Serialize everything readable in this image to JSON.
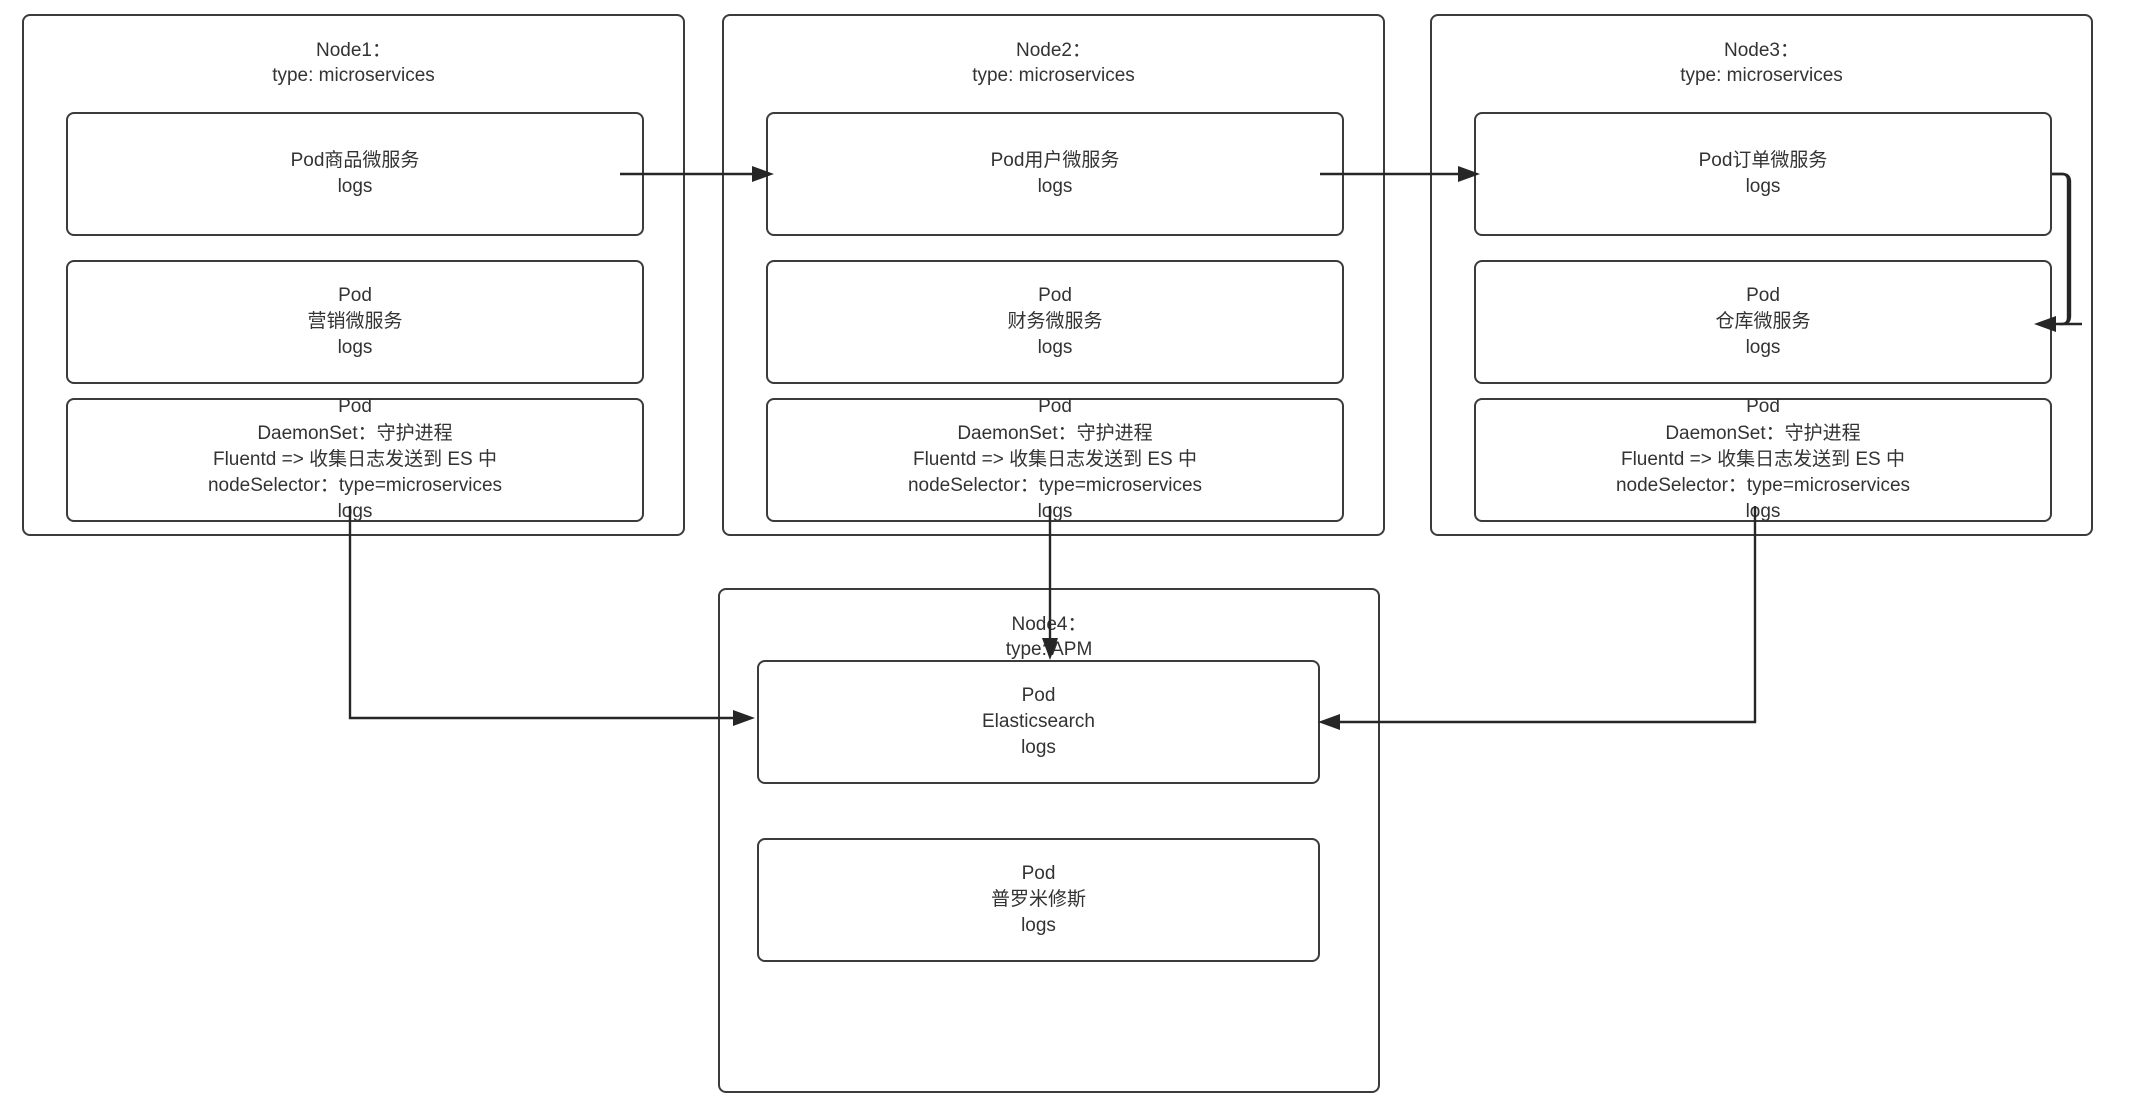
{
  "diagram": {
    "title_color": "#333333",
    "line_color": "#262626",
    "border_color": "#3b3b3b",
    "background": "#ffffff"
  },
  "nodes": [
    {
      "id": "node1",
      "title": "Node1：\ntype: microservices",
      "pods": [
        {
          "id": "pod-goods",
          "text": "Pod商品微服务\nlogs"
        },
        {
          "id": "pod-marketing",
          "text": "Pod\n营销微服务\nlogs"
        },
        {
          "id": "pod-daemonset-1",
          "text": "Pod\nDaemonSet：守护进程\nFluentd => 收集日志发送到 ES 中\nnodeSelector：type=microservices\nlogs"
        }
      ]
    },
    {
      "id": "node2",
      "title": "Node2：\ntype: microservices",
      "pods": [
        {
          "id": "pod-user",
          "text": "Pod用户微服务\nlogs"
        },
        {
          "id": "pod-finance",
          "text": "Pod\n财务微服务\nlogs"
        },
        {
          "id": "pod-daemonset-2",
          "text": "Pod\nDaemonSet：守护进程\nFluentd => 收集日志发送到 ES 中\nnodeSelector：type=microservices\nlogs"
        }
      ]
    },
    {
      "id": "node3",
      "title": "Node3：\ntype: microservices",
      "pods": [
        {
          "id": "pod-order",
          "text": "Pod订单微服务\nlogs"
        },
        {
          "id": "pod-warehouse",
          "text": "Pod\n仓库微服务\nlogs"
        },
        {
          "id": "pod-daemonset-3",
          "text": "Pod\nDaemonSet：守护进程\nFluentd => 收集日志发送到 ES 中\nnodeSelector：type=microservices\nlogs"
        }
      ]
    },
    {
      "id": "node4",
      "title": "Node4：\ntype: APM",
      "pods": [
        {
          "id": "pod-elasticsearch",
          "text": "Pod\nElasticsearch\nlogs"
        },
        {
          "id": "pod-prometheus",
          "text": "Pod\n普罗米修斯\nlogs"
        }
      ]
    }
  ],
  "edges": [
    {
      "id": "edge-goods-to-user",
      "from": "pod-goods",
      "to": "pod-user"
    },
    {
      "id": "edge-user-to-order",
      "from": "pod-user",
      "to": "pod-order"
    },
    {
      "id": "edge-order-to-warehouse",
      "from": "pod-order",
      "to": "pod-warehouse"
    },
    {
      "id": "edge-node1-to-elasticsearch",
      "from": "pod-daemonset-1",
      "to": "pod-elasticsearch"
    },
    {
      "id": "edge-node2-to-elasticsearch",
      "from": "pod-daemonset-2",
      "to": "pod-elasticsearch"
    },
    {
      "id": "edge-node3-to-elasticsearch",
      "from": "pod-daemonset-3",
      "to": "pod-elasticsearch"
    }
  ]
}
